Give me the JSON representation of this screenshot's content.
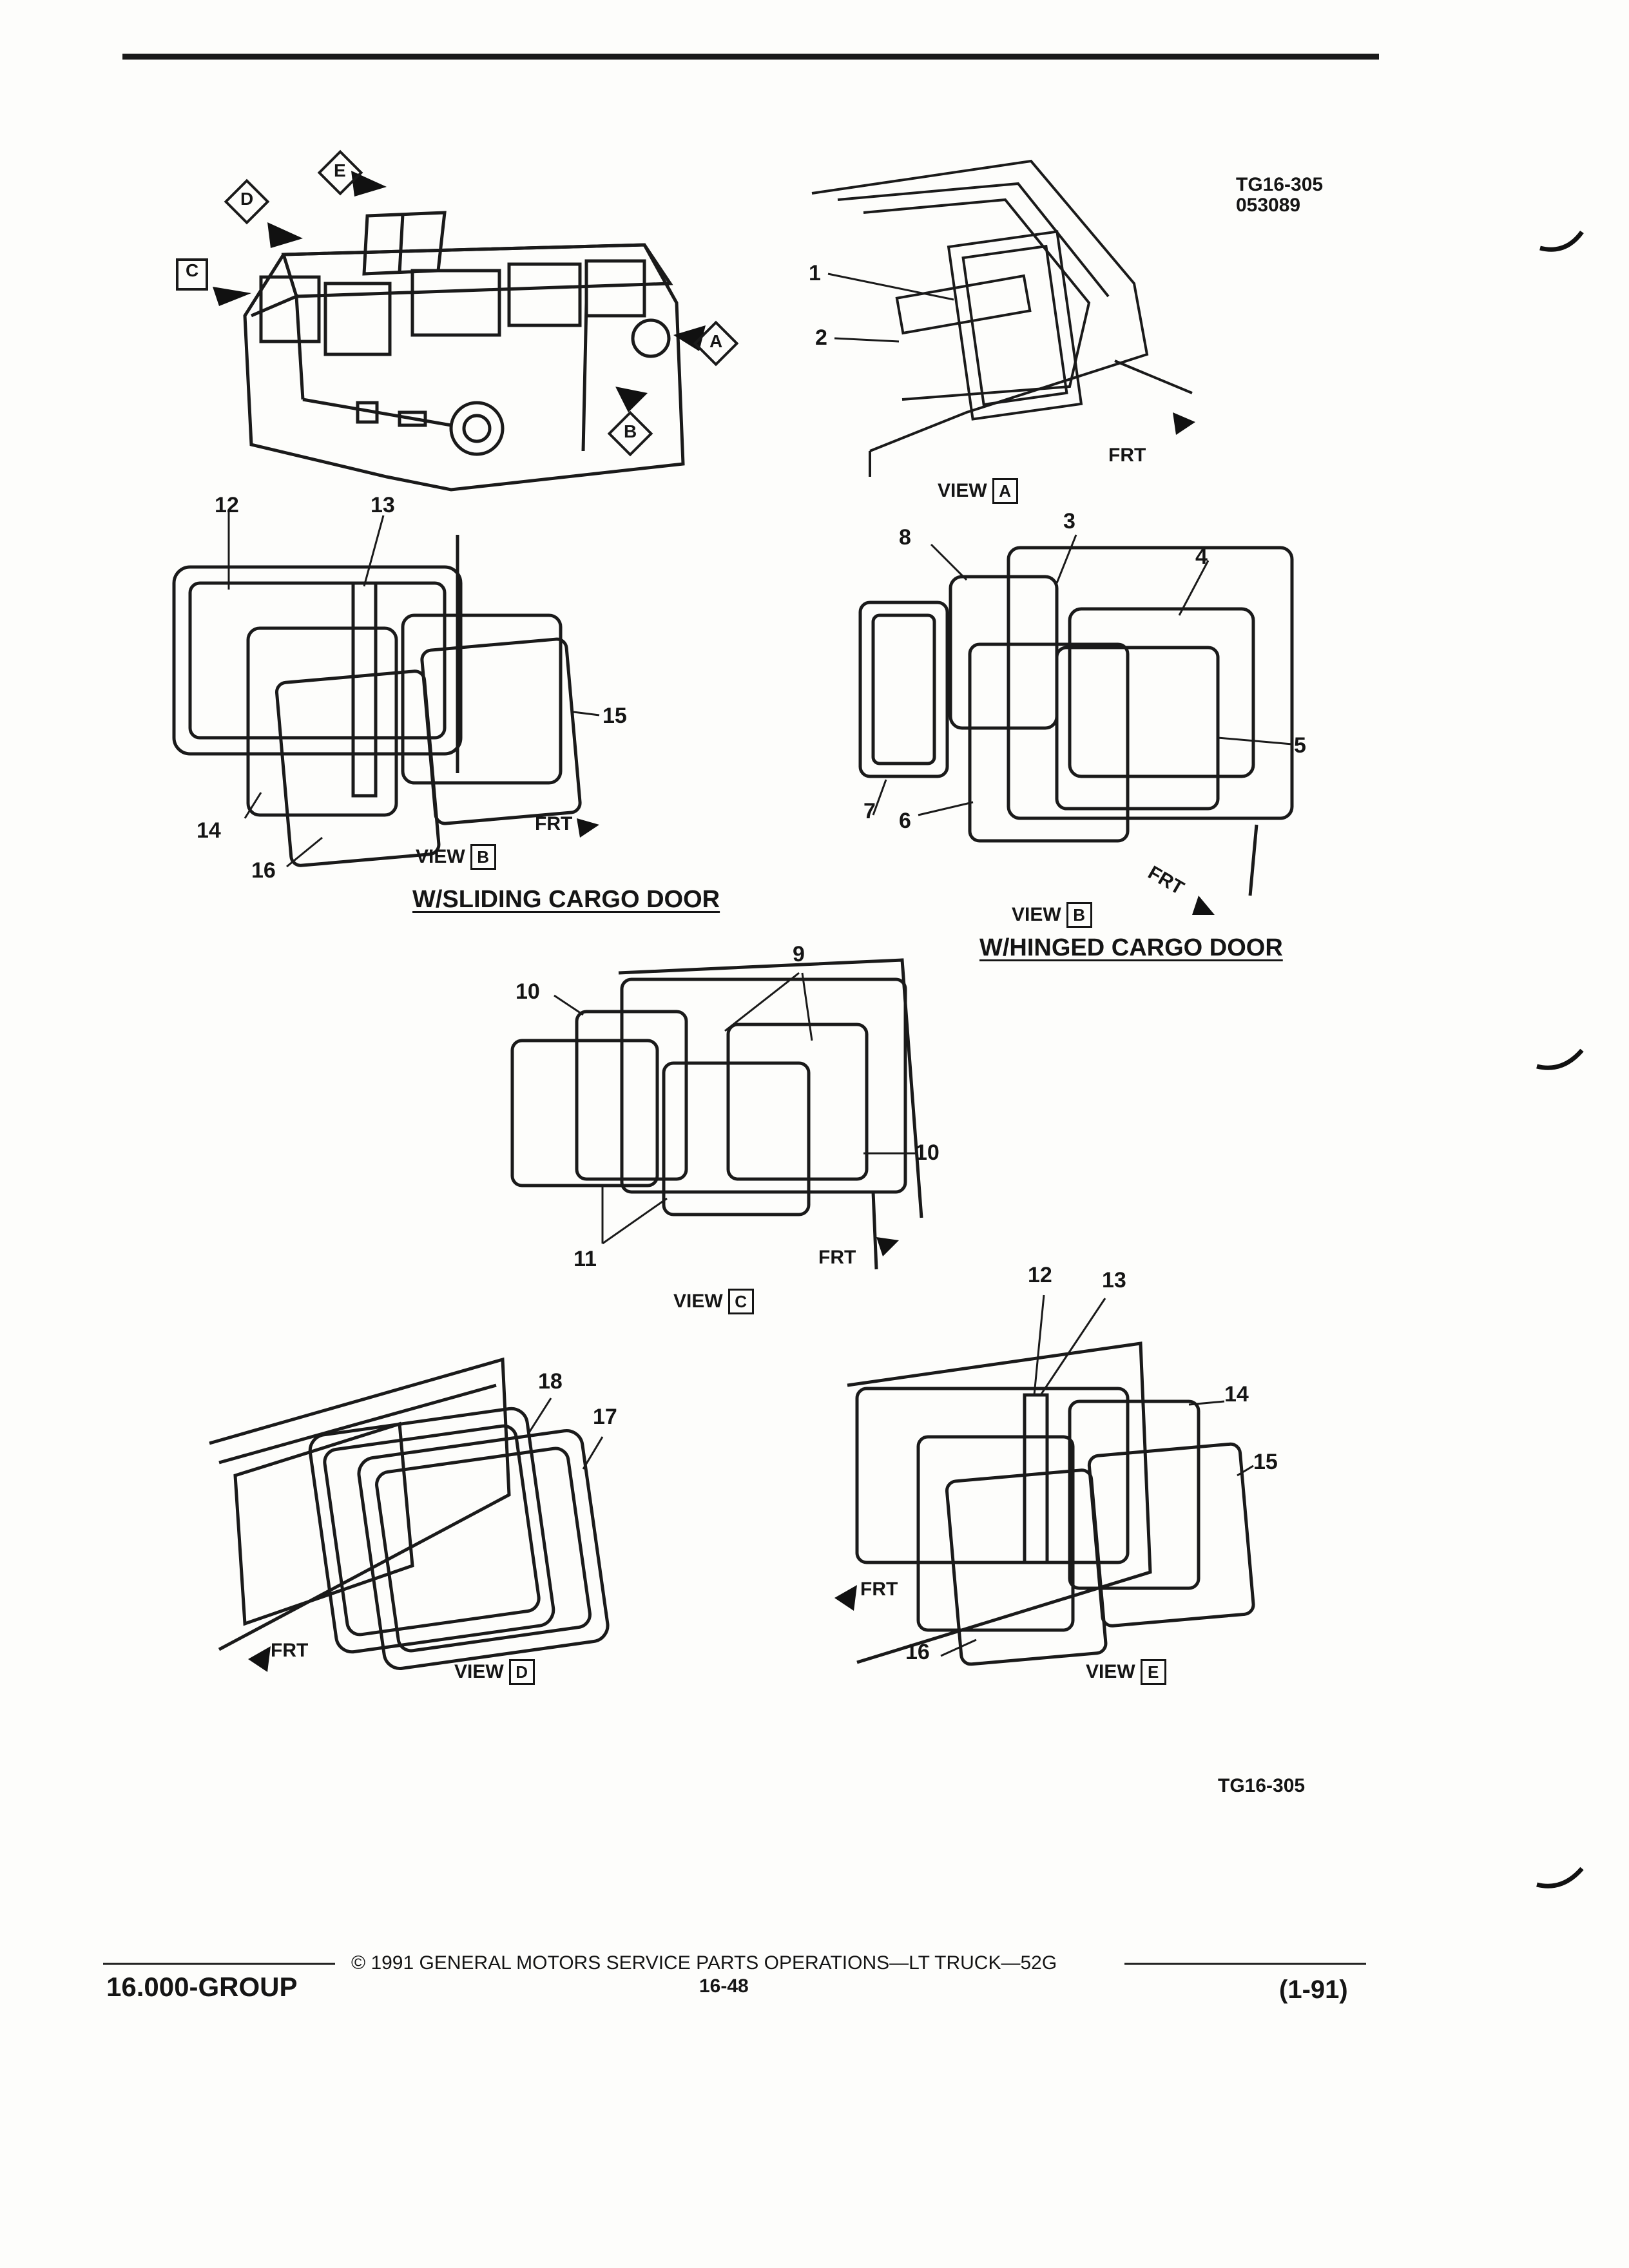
{
  "header": {
    "figure_code": "TG16-305",
    "figure_date": "053089"
  },
  "overview": {
    "view_letters": [
      "A",
      "B",
      "C",
      "D",
      "E"
    ]
  },
  "views": {
    "view_word": "VIEW",
    "frt_label": "FRT",
    "A": {
      "letter": "A",
      "callouts": [
        "1",
        "2"
      ]
    },
    "B_sliding": {
      "letter": "B",
      "callouts": [
        "12",
        "13",
        "14",
        "15",
        "16"
      ],
      "caption": "W/SLIDING CARGO DOOR"
    },
    "B_hinged": {
      "letter": "B",
      "callouts": [
        "3",
        "4",
        "5",
        "6",
        "7",
        "8"
      ],
      "caption": "W/HINGED CARGO DOOR"
    },
    "C": {
      "letter": "C",
      "callouts": [
        "9",
        "10",
        "10",
        "11"
      ]
    },
    "D": {
      "letter": "D",
      "callouts": [
        "17",
        "18"
      ]
    },
    "E": {
      "letter": "E",
      "callouts": [
        "12",
        "13",
        "14",
        "15",
        "16"
      ]
    }
  },
  "bottom_code": "TG16-305",
  "footer": {
    "group": "16.000-GROUP",
    "copyright": "© 1991  GENERAL MOTORS SERVICE PARTS OPERATIONS—LT TRUCK—52G",
    "page": "16-48",
    "revision": "(1-91)"
  }
}
